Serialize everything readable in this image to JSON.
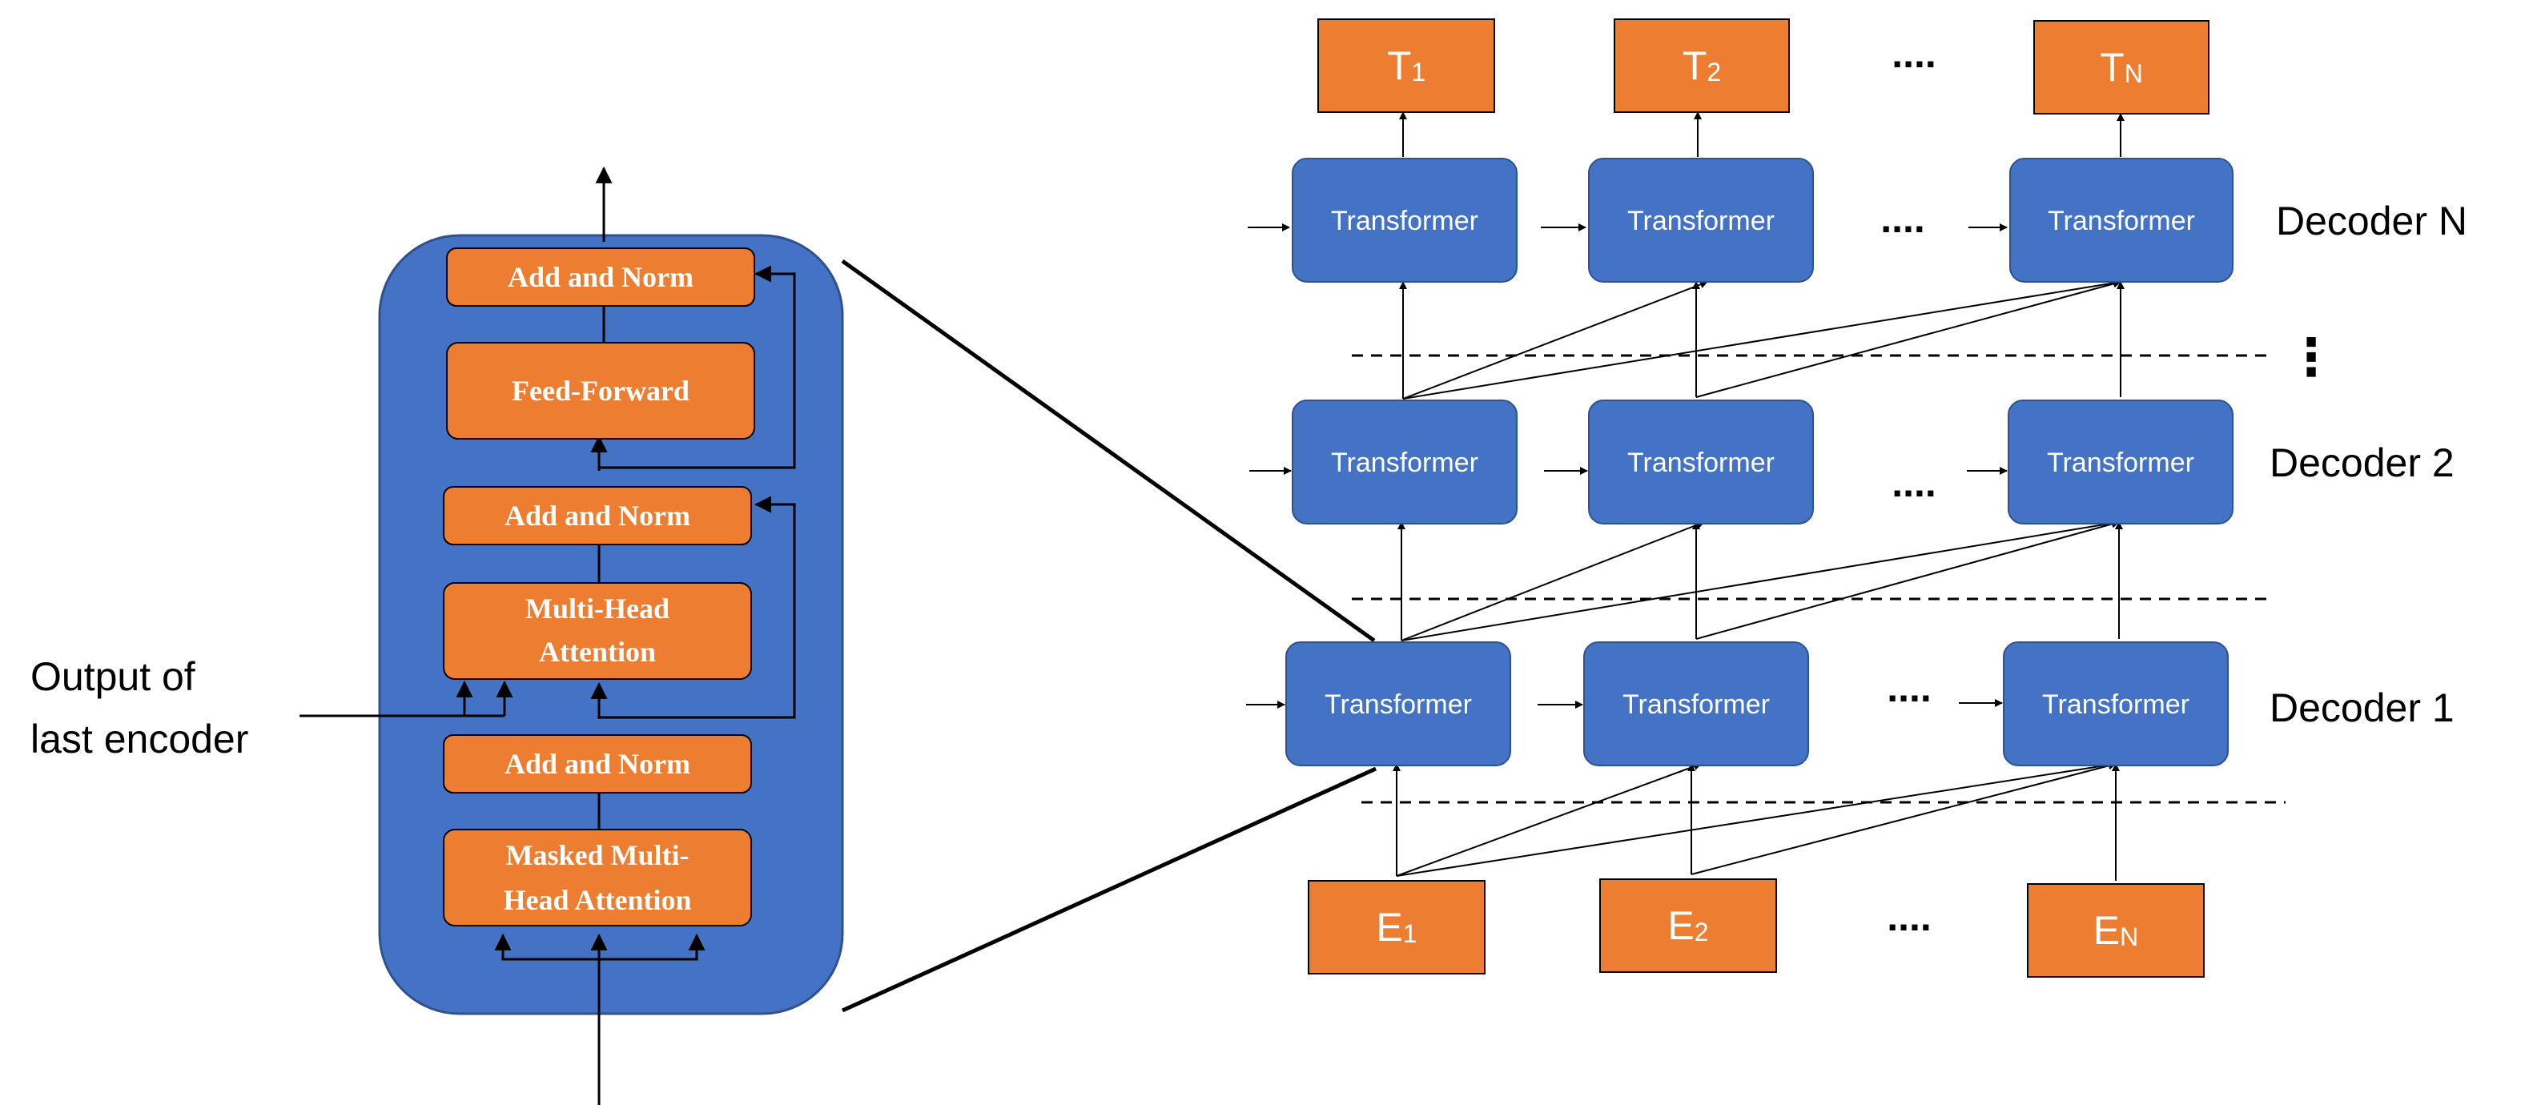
{
  "colors": {
    "orange": "#ED7D31",
    "blue": "#4472C4",
    "dark_blue": "#2F528F",
    "line": "#000000"
  },
  "decoder_block": {
    "add_norm_top": "Add and Norm",
    "feed_forward": "Feed-Forward",
    "add_norm_mid": "Add and Norm",
    "mha_line1": "Multi-Head",
    "mha_line2": "Attention",
    "add_norm_bottom": "Add and Norm",
    "masked_line1": "Masked Multi-",
    "masked_line2": "Head Attention"
  },
  "encoder_output_label": {
    "line1": "Output of",
    "line2": "last encoder"
  },
  "transformer_label": "Transformer",
  "outputs": [
    {
      "letter": "T",
      "sub": "1"
    },
    {
      "letter": "T",
      "sub": "2"
    },
    {
      "letter": "T",
      "sub": "N"
    }
  ],
  "inputs": [
    {
      "letter": "E",
      "sub": "1"
    },
    {
      "letter": "E",
      "sub": "2"
    },
    {
      "letter": "E",
      "sub": "N"
    }
  ],
  "layer_labels": {
    "top": "Decoder N",
    "mid": "Decoder 2",
    "bottom": "Decoder 1"
  },
  "ellipsis": "....",
  "vertical_ellipsis": "⋮"
}
